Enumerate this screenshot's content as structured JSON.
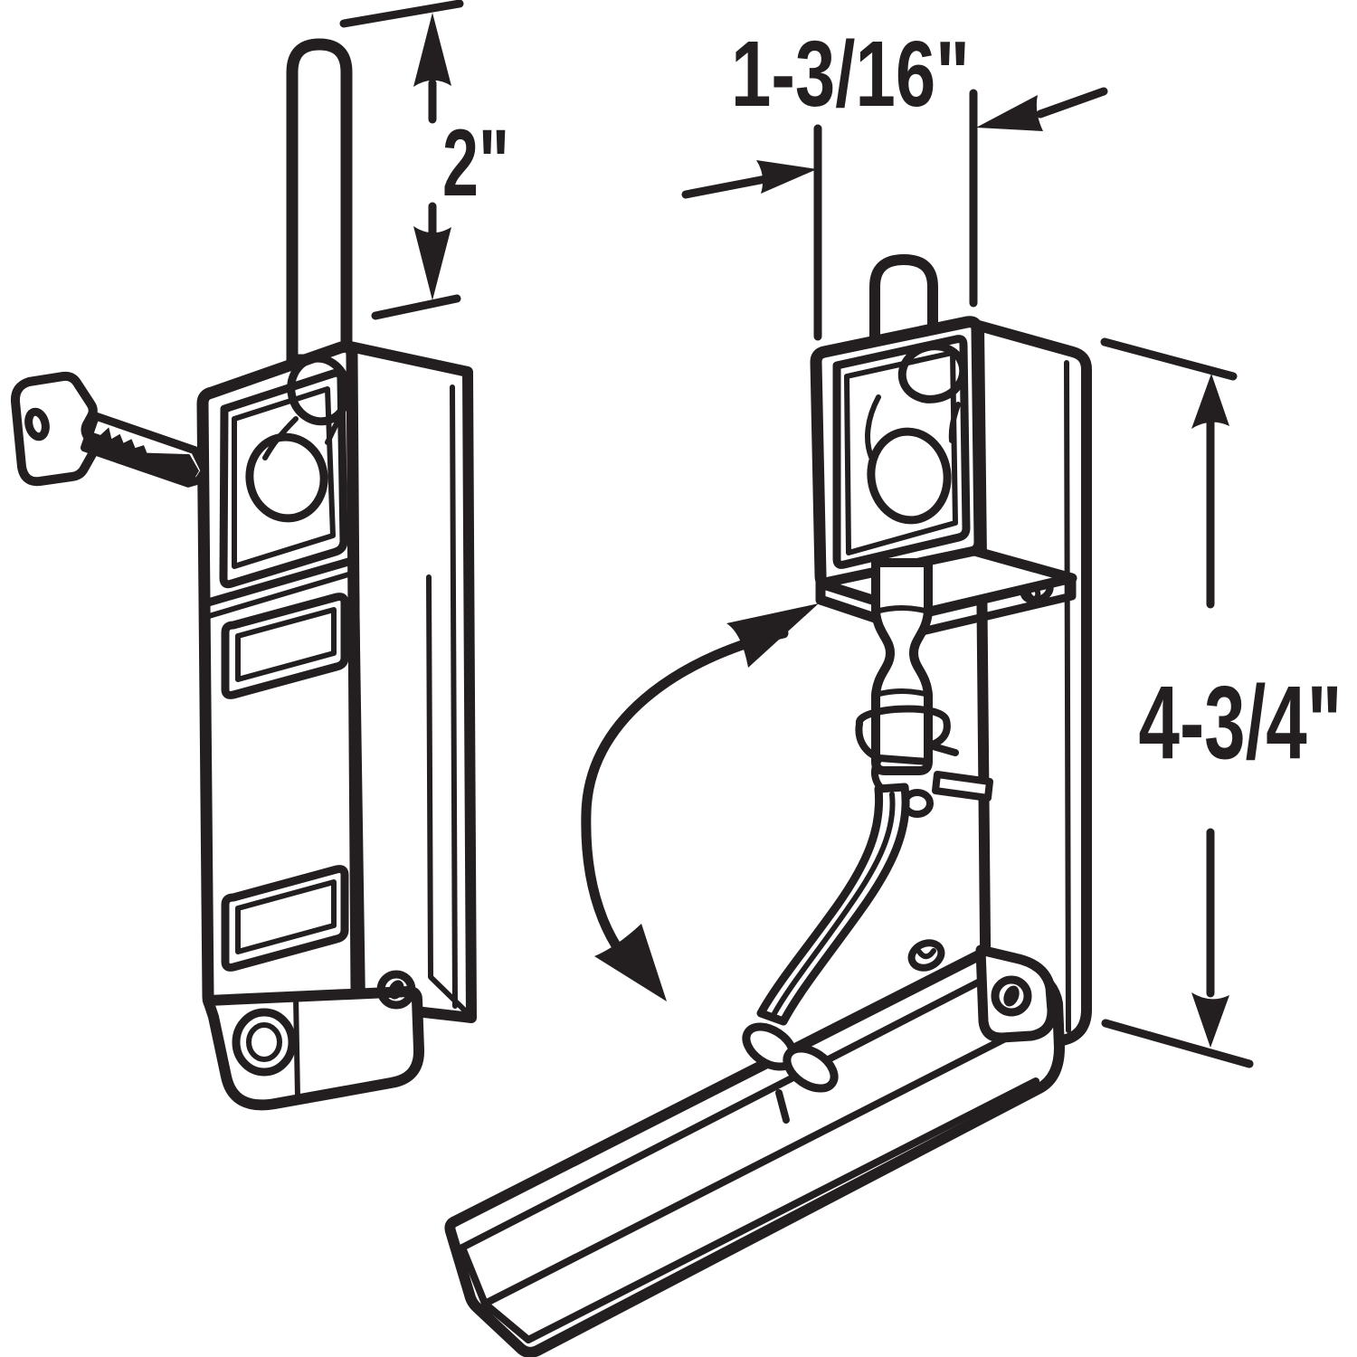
{
  "diagram": {
    "background": "#ffffff",
    "line_color": "#231f20",
    "labels": {
      "rod_extension": "2\"",
      "body_width": "1-3/16\"",
      "body_height": "4-3/4\""
    },
    "views": {
      "locked_view_parts": [
        "key",
        "lock-rod",
        "lock-body",
        "cylinder-holes",
        "mounting-recesses",
        "hinge-base"
      ],
      "open_view_parts": [
        "plunger-rod",
        "lock-head",
        "mounting-plate",
        "latch-bolt",
        "spring-clip",
        "lever-arm",
        "flip-handle-channel",
        "hinge-pivot",
        "rotation-arrow"
      ]
    }
  }
}
